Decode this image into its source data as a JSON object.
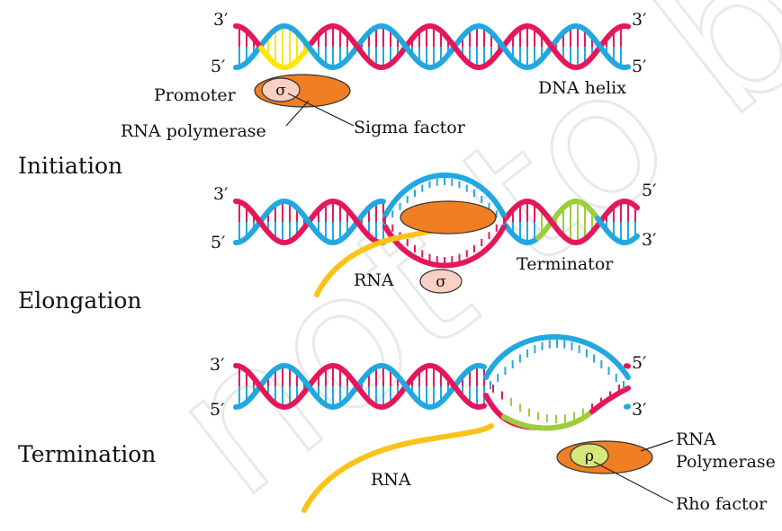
{
  "stages": {
    "initiation": {
      "title": "Initiation"
    },
    "elongation": {
      "title": "Elongation"
    },
    "termination": {
      "title": "Termination"
    }
  },
  "strand_ends": {
    "three_prime": "3′",
    "five_prime": "5′"
  },
  "labels": {
    "promoter": "Promoter",
    "rna_polymerase": "RNA polymerase",
    "sigma_factor": "Sigma factor",
    "dna_helix": "DNA helix",
    "terminator": "Terminator",
    "rna": "RNA",
    "rna_polymerase_2_line1": "RNA",
    "rna_polymerase_2_line2": "Polymerase",
    "rho_factor": "Rho factor"
  },
  "symbols": {
    "sigma": "σ",
    "rho": "ρ"
  },
  "watermark": "not to be",
  "colors": {
    "strand_red": "#e5175b",
    "strand_blue": "#22a8e0",
    "promoter_yellow": "#ffe600",
    "terminator_green": "#9ccd3d",
    "polymerase_orange": "#f07e22",
    "sigma_pink": "#fbd0c4",
    "rna_yellow": "#fbc218",
    "rho_green": "#d6e67a"
  }
}
